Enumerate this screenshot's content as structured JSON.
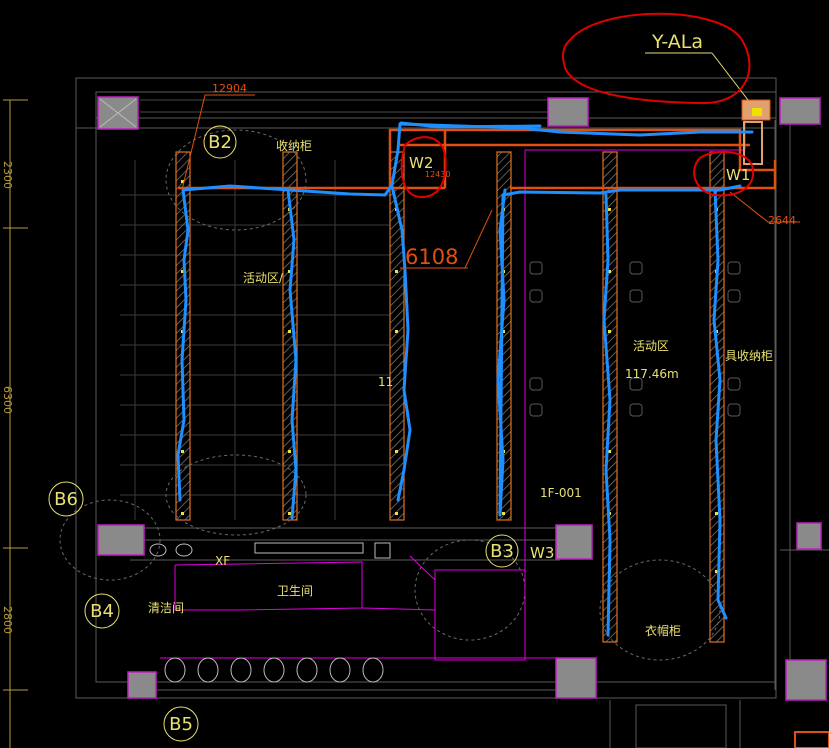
{
  "drawing": {
    "background": "#000000",
    "colors": {
      "wall": "#5a5a5a",
      "dim": "#b89a3a",
      "column_fill": "#8a8a8a",
      "column_edge": "#c020c0",
      "beam": "#e05010",
      "beam_fill": "#e0a070",
      "pipe": "#1e8fff",
      "magenta": "#e000e0",
      "text_yellow": "#e8e070",
      "annot_red": "#e00000",
      "fixture": "#bbbbbb"
    },
    "room_labels": {
      "storage_top": "收纳柜",
      "activity_left": "活动区/",
      "activity_right": "活动区",
      "area_right": "117.46m",
      "area_mid": "11",
      "furniture_right": "具收纳柜",
      "clothes_cabinet": "衣帽柜",
      "bathroom": "卫生间",
      "cleaning": "清洁间",
      "room_code": "1F-001",
      "xf": "XF"
    },
    "circle_tags": [
      "B2",
      "B3",
      "B4",
      "B5",
      "B6"
    ],
    "pipe_tags": {
      "w1": "W1",
      "w2": "W2",
      "w3": "W3"
    },
    "dimension_labels": {
      "d12904": "12904",
      "d2644": "2644",
      "d6108": "6108",
      "d1243": "12430"
    },
    "riser_tag": "Y-ALa",
    "left_ruler": [
      "2300",
      "6300",
      "2800"
    ]
  }
}
